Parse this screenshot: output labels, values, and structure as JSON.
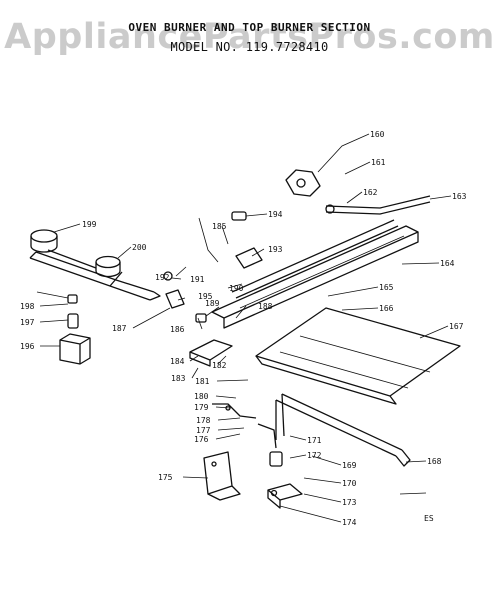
{
  "header": {
    "watermark": "AppliancePartsPros.com",
    "title_line1": "OVEN BURNER AND TOP BURNER SECTION",
    "title_line2": "MODEL NO. 119.7728410"
  },
  "footer": {
    "code": "ES"
  },
  "callouts": [
    "160",
    "161",
    "162",
    "163",
    "164",
    "165",
    "166",
    "167",
    "168",
    "169",
    "170",
    "171",
    "172",
    "173",
    "174",
    "175",
    "176",
    "177",
    "178",
    "179",
    "180",
    "181",
    "182",
    "183",
    "184",
    "185",
    "186",
    "187",
    "188",
    "189",
    "190",
    "191",
    "192",
    "193",
    "194",
    "195",
    "196",
    "197",
    "198",
    "199",
    "200"
  ]
}
